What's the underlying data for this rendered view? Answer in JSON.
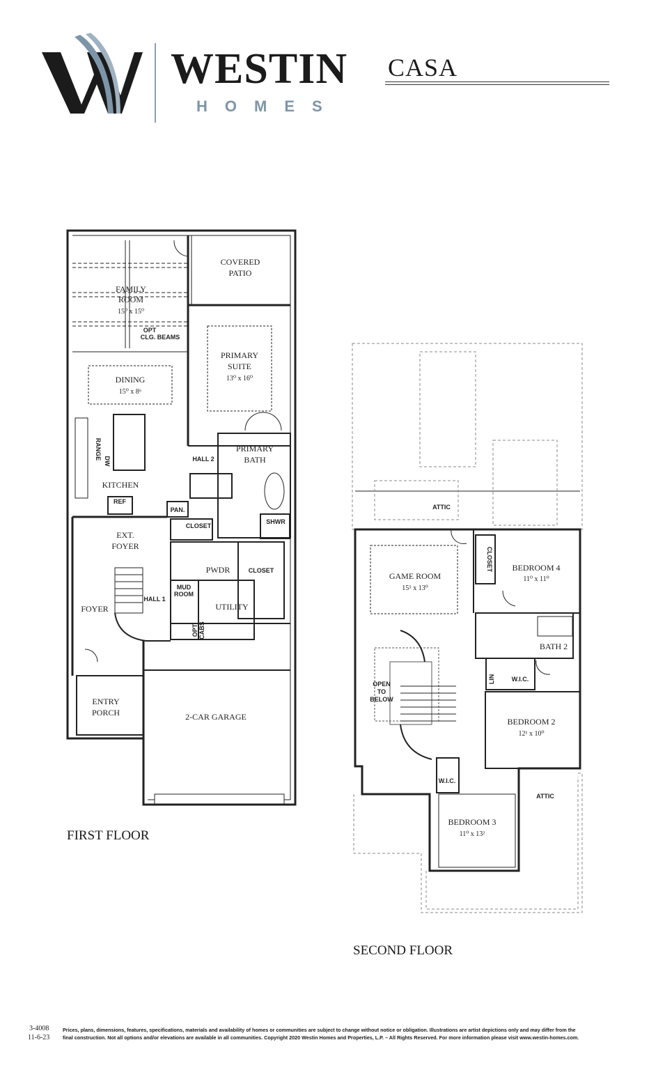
{
  "brand": {
    "name": "WESTIN",
    "sub": "HOMES",
    "logo_colors": {
      "dark": "#1b1b1b",
      "accent": "#7d95a8"
    }
  },
  "plan": {
    "name": "CASA",
    "number": "3-4008",
    "date": "11-6-23"
  },
  "first_floor": {
    "label": "FIRST FLOOR",
    "rooms": {
      "covered_patio": [
        "COVERED",
        "PATIO"
      ],
      "family_room": [
        "FAMILY",
        "ROOM",
        "15⁰ x 15⁰"
      ],
      "opt_beams": [
        "OPT",
        "CLG. BEAMS"
      ],
      "primary_suite": [
        "PRIMARY",
        "SUITE",
        "13⁰ x 16⁰"
      ],
      "dining": [
        "DINING",
        "15⁰ x 8⁶"
      ],
      "range": "RANGE",
      "dw": "DW",
      "kitchen": "KITCHEN",
      "ref": "REF",
      "pan": "PAN.",
      "hall2": "HALL 2",
      "primary_bath": [
        "PRIMARY",
        "BATH"
      ],
      "closet_a": "CLOSET",
      "shwr": "SHWR",
      "ext_foyer": [
        "EXT.",
        "FOYER"
      ],
      "pwdr": "PWDR",
      "closet_b": "CLOSET",
      "mud_room": [
        "MUD",
        "ROOM"
      ],
      "hall1": "HALL 1",
      "foyer": "FOYER",
      "utility": "UTILITY",
      "opt_cabs": [
        "OPT",
        "CABS"
      ],
      "entry_porch": [
        "ENTRY",
        "PORCH"
      ],
      "garage": "2-CAR GARAGE"
    }
  },
  "second_floor": {
    "label": "SECOND FLOOR",
    "rooms": {
      "attic_top": "ATTIC",
      "game_room": [
        "GAME ROOM",
        "15⁵ x 13⁰"
      ],
      "closet": "CLOSET",
      "bedroom4": [
        "BEDROOM 4",
        "11⁰ x 11⁰"
      ],
      "bath2": "BATH 2",
      "lin": "LIN",
      "wic_a": "W.I.C.",
      "open_below": [
        "OPEN",
        "TO",
        "BELOW"
      ],
      "bedroom2": [
        "BEDROOM 2",
        "12¹ x 10⁰"
      ],
      "wic_b": "W.I.C.",
      "attic_right": "ATTIC",
      "bedroom3": [
        "BEDROOM 3",
        "11⁰ x 13²"
      ]
    }
  },
  "disclaimer": [
    "Prices, plans, dimensions, features, specifications, materials and availability of homes or communities are subject to change without notice or obligation.  Illustrations are artist depictions only and may differ from the",
    "final construction.  Not all options and/or elevations are available in all communities.  Copyright 2020 Westin Homes and Properties, L.P. – All Rights Reserved.  For more information please visit www.westin-homes.com."
  ]
}
